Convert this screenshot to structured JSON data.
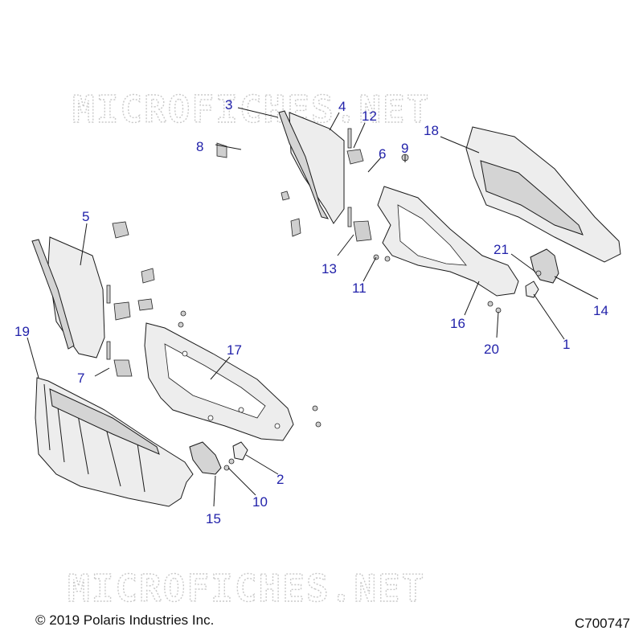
{
  "watermark": {
    "text": "MICROFICHES.NET"
  },
  "footer": {
    "copyright": "© 2019 Polaris Industries Inc.",
    "diagram_code": "C700747"
  },
  "callouts": [
    "1",
    "2",
    "3",
    "4",
    "5",
    "6",
    "7",
    "8",
    "9",
    "10",
    "11",
    "12",
    "13",
    "14",
    "15",
    "16",
    "17",
    "18",
    "19",
    "20",
    "21"
  ]
}
